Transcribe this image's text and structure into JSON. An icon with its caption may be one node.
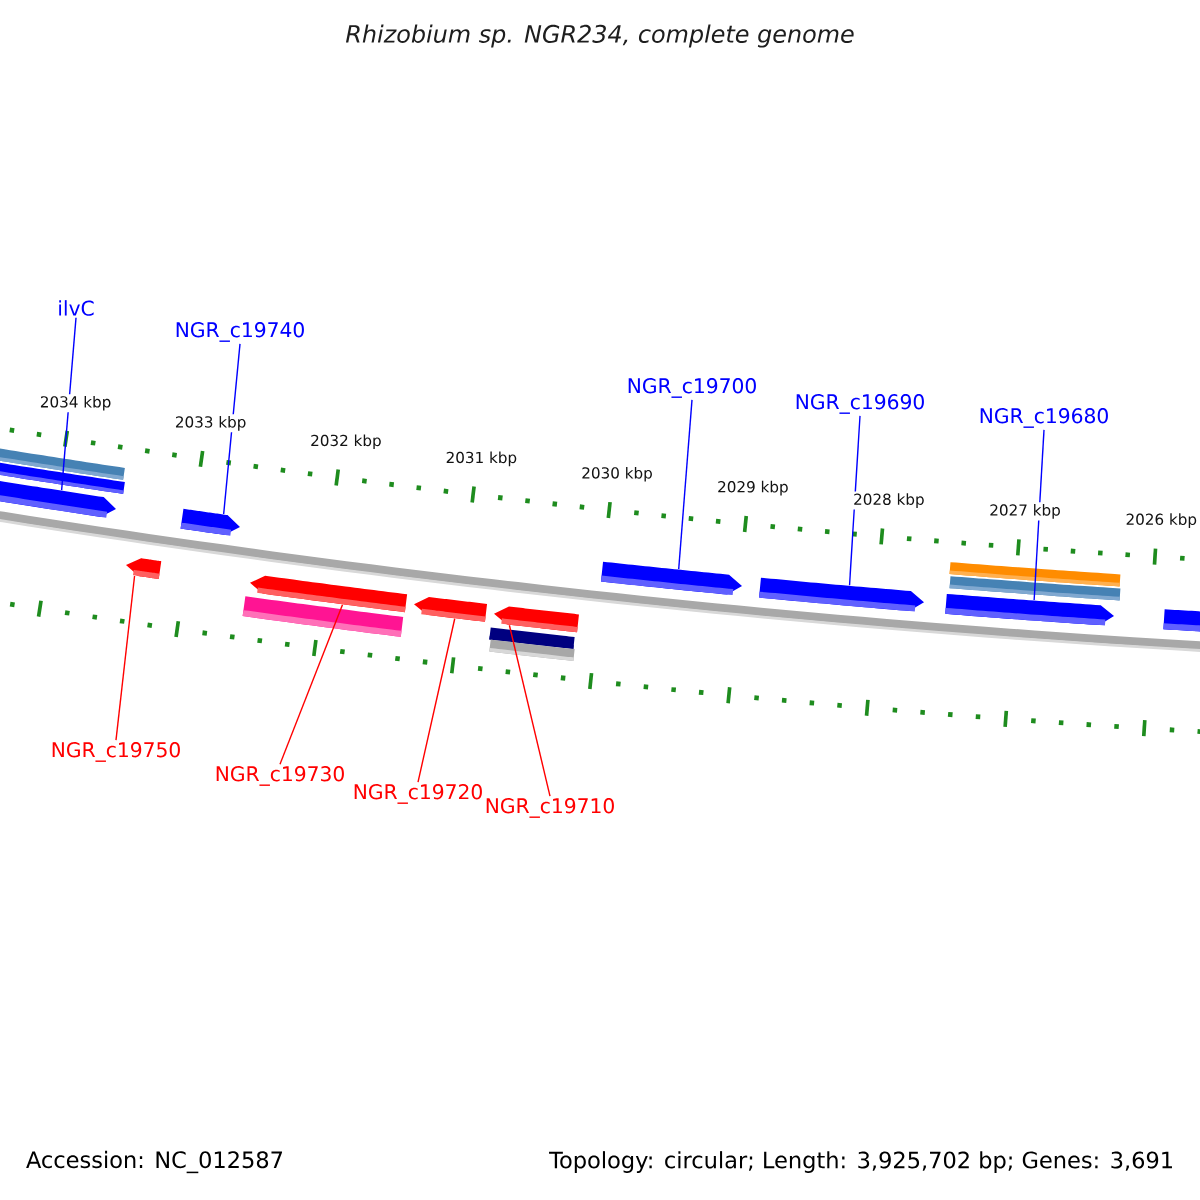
{
  "diagram": {
    "title": "Rhizobium sp. NGR234, complete genome",
    "nodes": [
      {
        "text": [
          "ilvC"
        ]
      },
      {
        "text": [
          "NGR_c19740"
        ]
      },
      {
        "text": [
          "NGR_c19700"
        ]
      },
      {
        "text": [
          "NGR_c19690"
        ]
      },
      {
        "text": [
          "NGR_c19680"
        ]
      },
      {
        "text": [
          "NGR_c19750"
        ]
      },
      {
        "text": [
          "NGR_c19730"
        ]
      },
      {
        "text": [
          "NGR_c19720"
        ]
      },
      {
        "text": [
          "NGR_c19710"
        ]
      },
      {
        "text": [],
        "shape": "pentagon"
      },
      {
        "text": [],
        "shape": "pentagon"
      },
      {
        "text": [],
        "shape": "pentagon"
      },
      {
        "text": [],
        "shape": "pentagon"
      },
      {
        "text": [],
        "shape": "pentagon"
      },
      {
        "text": [],
        "shape": "pentagon"
      },
      {
        "text": [],
        "shape": "pentagon"
      },
      {
        "text": [],
        "shape": "pentagon"
      },
      {
        "text": [],
        "shape": "pentagon"
      },
      {
        "text": [],
        "shape": "pentagon"
      }
    ],
    "edges": [
      {
        "from": 0,
        "to": 9,
        "arrow": "none",
        "color": "#0000ff"
      },
      {
        "from": 1,
        "to": 11,
        "arrow": "none",
        "color": "#0000ff"
      },
      {
        "from": 2,
        "to": 15,
        "arrow": "none",
        "color": "#0000ff"
      },
      {
        "from": 3,
        "to": 16,
        "arrow": "none",
        "color": "#0000ff"
      },
      {
        "from": 4,
        "to": 17,
        "arrow": "none",
        "color": "#0000ff"
      },
      {
        "from": 5,
        "to": 10,
        "arrow": "none",
        "color": "#ff0000"
      },
      {
        "from": 6,
        "to": 12,
        "arrow": "none",
        "color": "#ff0000"
      },
      {
        "from": 7,
        "to": 13,
        "arrow": "none",
        "color": "#ff0000"
      },
      {
        "from": 8,
        "to": 14,
        "arrow": "none",
        "color": "#ff0000"
      }
    ],
    "labels": [
      "2034 kbp",
      "2033 kbp",
      "2032 kbp",
      "2031 kbp",
      "2030 kbp",
      "2029 kbp",
      "2028 kbp",
      "2027 kbp",
      "2026 kbp",
      "Accession: NC_012587",
      "Topology: circular; Length: 3,925,702 bp; Genes: 3,691"
    ]
  }
}
